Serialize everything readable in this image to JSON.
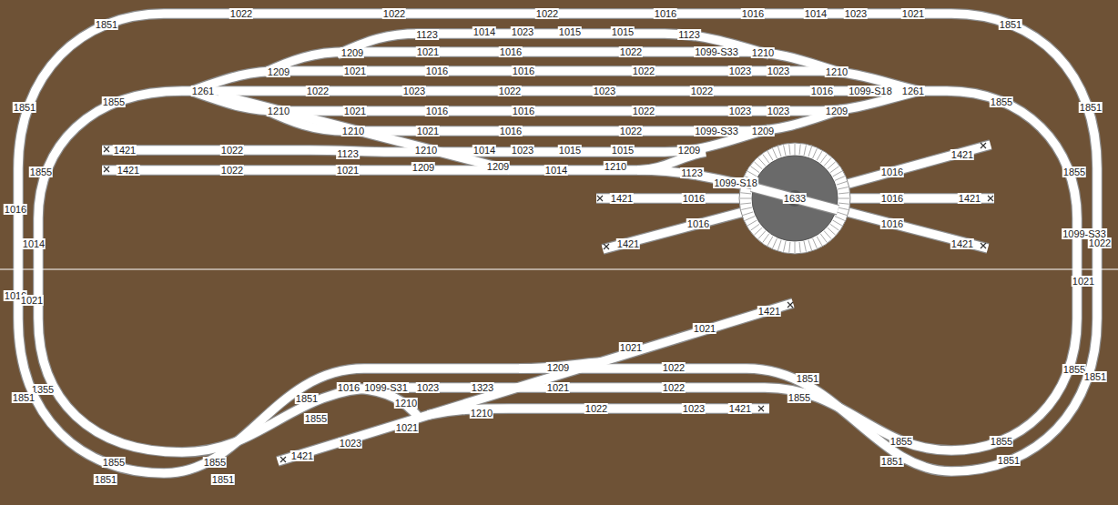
{
  "diagram": {
    "labels": [
      "1851",
      "1022",
      "1022",
      "1022",
      "1016",
      "1016",
      "1014",
      "1023",
      "1021",
      "1851",
      "1123",
      "1014",
      "1023",
      "1015",
      "1015",
      "1123",
      "1209",
      "1021",
      "1016",
      "1022",
      "1099-S33",
      "1210",
      "1209",
      "1021",
      "1016",
      "1016",
      "1022",
      "1023",
      "1023",
      "1210",
      "1855",
      "1261",
      "1022",
      "1023",
      "1022",
      "1023",
      "1022",
      "1016",
      "1099-S18",
      "1261",
      "1855",
      "1851",
      "1851",
      "1210",
      "1021",
      "1016",
      "1016",
      "1022",
      "1023",
      "1023",
      "1209",
      "1210",
      "1021",
      "1016",
      "1022",
      "1099-S33",
      "1209",
      "1421",
      "1022",
      "1123",
      "1210",
      "1014",
      "1023",
      "1015",
      "1015",
      "1209",
      "1421",
      "1421",
      "1022",
      "1021",
      "1209",
      "1209",
      "1014",
      "1210",
      "1123",
      "1855",
      "1855",
      "1016",
      "1099-S18",
      "1633",
      "1421",
      "1016",
      "1016",
      "1421",
      "1016",
      "1016",
      "1016",
      "1099-S33",
      "1014",
      "1022",
      "1421",
      "1421",
      "1016",
      "1021",
      "1021",
      "1421",
      "1021",
      "1021",
      "1209",
      "1022",
      "1855",
      "1851",
      "1851",
      "1355",
      "1016",
      "1099-S31",
      "1023",
      "1323",
      "1021",
      "1022",
      "1851",
      "1851",
      "1855",
      "1210",
      "1022",
      "1023",
      "1421",
      "1210",
      "1855",
      "1021",
      "1855",
      "1855",
      "1023",
      "1421",
      "1851",
      "1851",
      "1855",
      "1855",
      "1851",
      "1851"
    ]
  }
}
